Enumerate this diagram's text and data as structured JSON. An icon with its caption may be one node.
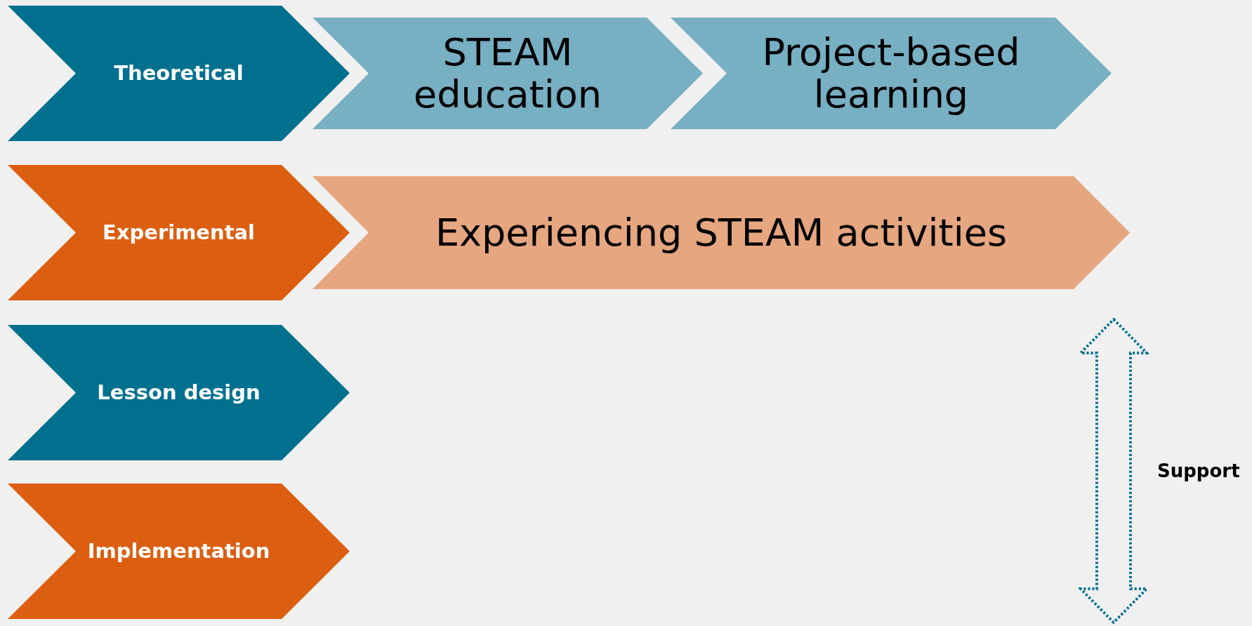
{
  "diagram": {
    "nodes": [
      {
        "text": [
          "Theoretical"
        ]
      },
      {
        "text": [
          "STEAM education"
        ]
      },
      {
        "text": [
          "Project-based learning"
        ]
      },
      {
        "text": [
          "Experimental"
        ]
      },
      {
        "text": [
          "Experiencing STEAM activities"
        ]
      },
      {
        "text": [
          "Lesson design"
        ]
      },
      {
        "text": [
          "Implementation"
        ]
      }
    ],
    "labels": [
      "Support"
    ]
  }
}
